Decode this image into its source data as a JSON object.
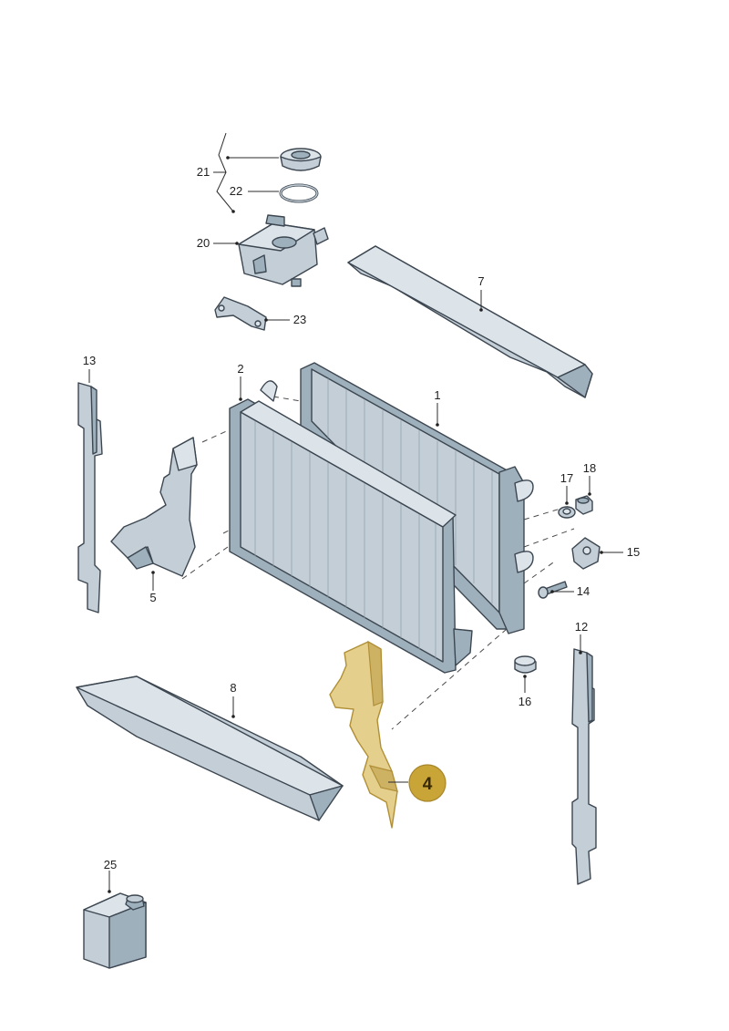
{
  "diagram": {
    "callouts": [
      {
        "id": "1",
        "text": "1"
      },
      {
        "id": "2",
        "text": "2"
      },
      {
        "id": "5",
        "text": "5"
      },
      {
        "id": "7",
        "text": "7"
      },
      {
        "id": "8",
        "text": "8"
      },
      {
        "id": "12",
        "text": "12"
      },
      {
        "id": "13",
        "text": "13"
      },
      {
        "id": "14",
        "text": "14"
      },
      {
        "id": "15",
        "text": "15"
      },
      {
        "id": "16",
        "text": "16"
      },
      {
        "id": "17",
        "text": "17"
      },
      {
        "id": "18",
        "text": "18"
      },
      {
        "id": "20",
        "text": "20"
      },
      {
        "id": "21",
        "text": "21"
      },
      {
        "id": "22",
        "text": "22"
      },
      {
        "id": "23",
        "text": "23"
      },
      {
        "id": "25",
        "text": "25"
      }
    ],
    "highlight": {
      "text": "4",
      "fill": "#c9a437",
      "part_color": "#e4cf8c"
    },
    "colors": {
      "part": "#c3ced7",
      "outline": "#3c4650",
      "leader": "#2b2b2b"
    }
  }
}
